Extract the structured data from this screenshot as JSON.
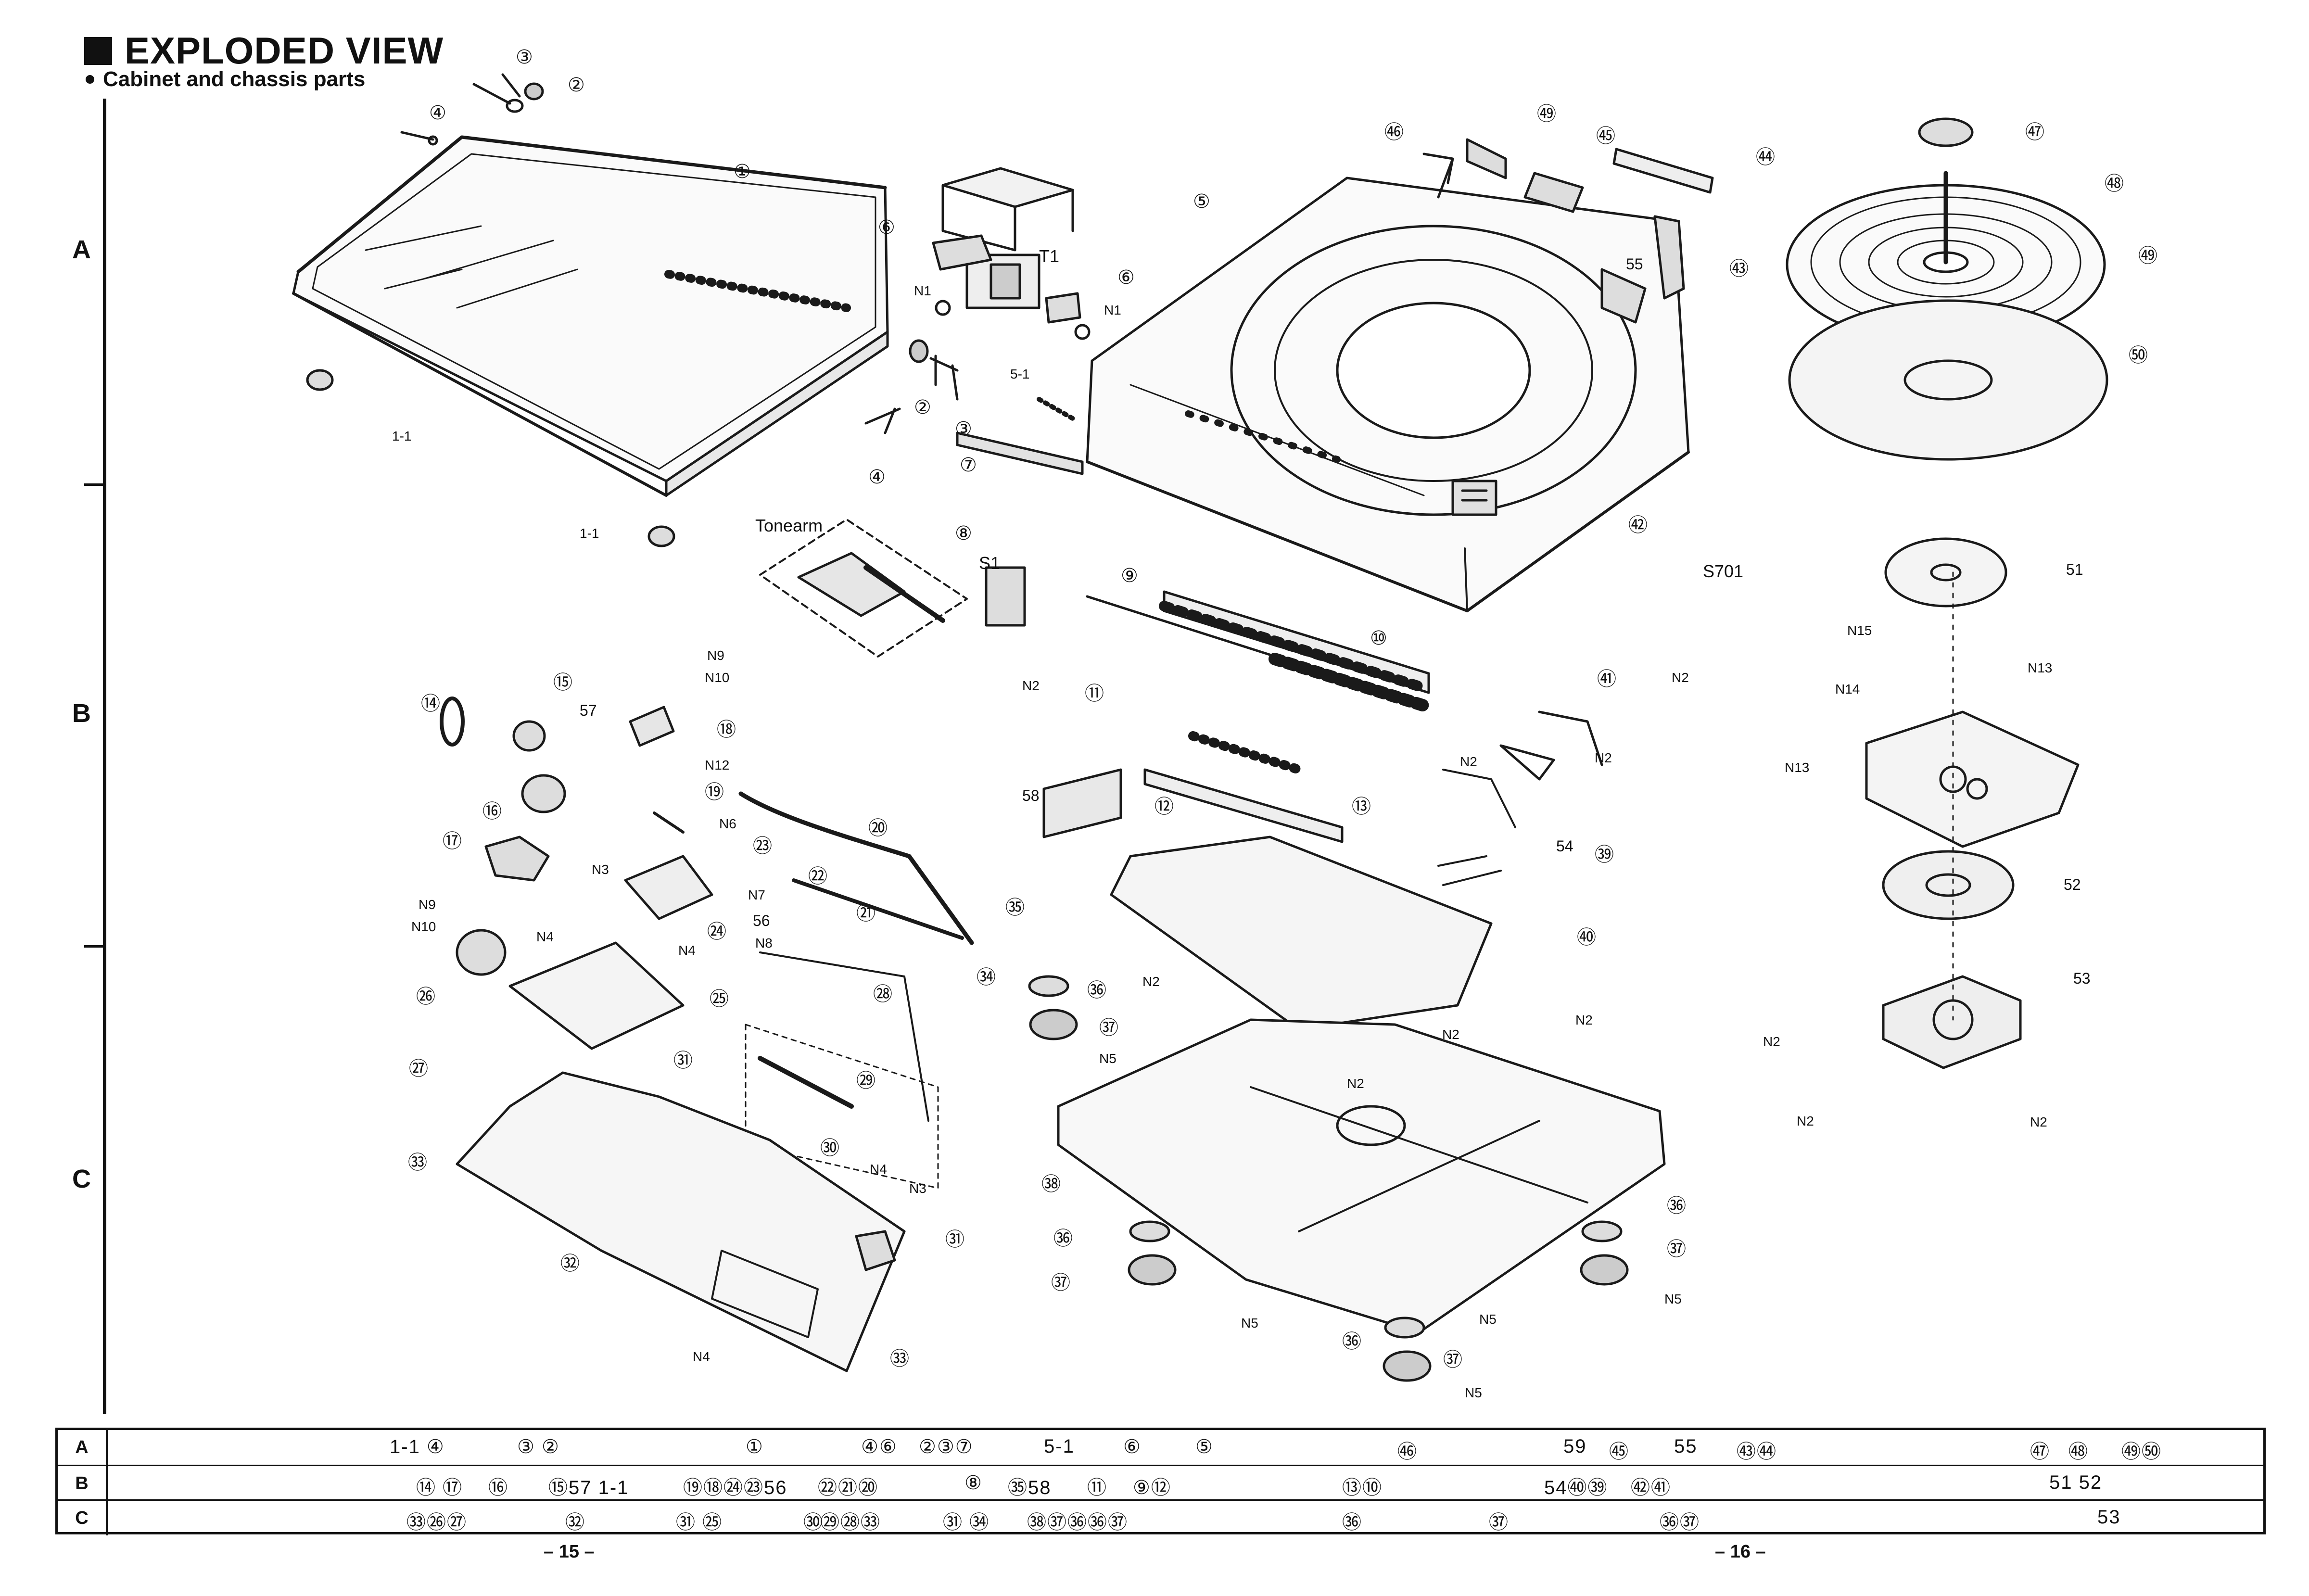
{
  "title": "EXPLODED VIEW",
  "subtitle": "Cabinet and chassis parts",
  "zones": [
    "A",
    "B",
    "C"
  ],
  "diagram": {
    "labels": {
      "t1": "T1",
      "tonearm": "Tonearm",
      "s1": "S1",
      "s701": "S701"
    },
    "callouts": [
      {
        "id": "c3a",
        "text": "③"
      },
      {
        "id": "c2a",
        "text": "②"
      },
      {
        "id": "c4a",
        "text": "④"
      },
      {
        "id": "c1",
        "text": "①"
      },
      {
        "id": "c11a",
        "text": "1-1"
      },
      {
        "id": "c2b",
        "text": "②"
      },
      {
        "id": "c3b",
        "text": "③"
      },
      {
        "id": "c4b",
        "text": "④"
      },
      {
        "id": "c11b",
        "text": "1-1"
      },
      {
        "id": "c6a",
        "text": "⑥"
      },
      {
        "id": "cn1a",
        "text": "N1"
      },
      {
        "id": "c6b",
        "text": "⑥"
      },
      {
        "id": "cn1b",
        "text": "N1"
      },
      {
        "id": "c51",
        "text": "5-1"
      },
      {
        "id": "c7",
        "text": "⑦"
      },
      {
        "id": "c5",
        "text": "⑤"
      },
      {
        "id": "c46",
        "text": "㊻"
      },
      {
        "id": "c59",
        "text": "㊾"
      },
      {
        "id": "c45",
        "text": "㊺"
      },
      {
        "id": "c44",
        "text": "㊹"
      },
      {
        "id": "c55",
        "text": "55"
      },
      {
        "id": "c43",
        "text": "㊸"
      },
      {
        "id": "c47",
        "text": "㊼"
      },
      {
        "id": "c48",
        "text": "㊽"
      },
      {
        "id": "c49",
        "text": "㊾"
      },
      {
        "id": "c50",
        "text": "㊿"
      },
      {
        "id": "c8",
        "text": "⑧"
      },
      {
        "id": "c9",
        "text": "⑨"
      },
      {
        "id": "c10",
        "text": "⑩"
      },
      {
        "id": "c11",
        "text": "⑪"
      },
      {
        "id": "cn2a",
        "text": "N2"
      },
      {
        "id": "c42",
        "text": "㊷"
      },
      {
        "id": "c41",
        "text": "㊶"
      },
      {
        "id": "cn2b",
        "text": "N2"
      },
      {
        "id": "cn2c",
        "text": "N2"
      },
      {
        "id": "c51b",
        "text": "51"
      },
      {
        "id": "cn15",
        "text": "N15"
      },
      {
        "id": "cn14",
        "text": "N14"
      },
      {
        "id": "cn13a",
        "text": "N13"
      },
      {
        "id": "cn13b",
        "text": "N13"
      },
      {
        "id": "cn9a",
        "text": "N9"
      },
      {
        "id": "cn10a",
        "text": "N10"
      },
      {
        "id": "c14",
        "text": "⑭"
      },
      {
        "id": "c15",
        "text": "⑮"
      },
      {
        "id": "c57",
        "text": "57"
      },
      {
        "id": "c18",
        "text": "⑱"
      },
      {
        "id": "cn12",
        "text": "N12"
      },
      {
        "id": "c16",
        "text": "⑯"
      },
      {
        "id": "c19",
        "text": "⑲"
      },
      {
        "id": "c17",
        "text": "⑰"
      },
      {
        "id": "cn6",
        "text": "N6"
      },
      {
        "id": "c23",
        "text": "㉓"
      },
      {
        "id": "c20",
        "text": "⑳"
      },
      {
        "id": "cn3a",
        "text": "N3"
      },
      {
        "id": "c22",
        "text": "㉒"
      },
      {
        "id": "cn7",
        "text": "N7"
      },
      {
        "id": "c56",
        "text": "56"
      },
      {
        "id": "c21",
        "text": "㉑"
      },
      {
        "id": "cn8",
        "text": "N8"
      },
      {
        "id": "c24",
        "text": "㉔"
      },
      {
        "id": "cn4a",
        "text": "N4"
      },
      {
        "id": "cn4b",
        "text": "N4"
      },
      {
        "id": "cn9b",
        "text": "N9"
      },
      {
        "id": "cn10b",
        "text": "N10"
      },
      {
        "id": "c26",
        "text": "㉖"
      },
      {
        "id": "c25",
        "text": "㉕"
      },
      {
        "id": "c28",
        "text": "㉘"
      },
      {
        "id": "c35",
        "text": "㉟"
      },
      {
        "id": "c34",
        "text": "㉞"
      },
      {
        "id": "c27",
        "text": "㉗"
      },
      {
        "id": "c31a",
        "text": "㉛"
      },
      {
        "id": "c29",
        "text": "㉙"
      },
      {
        "id": "c30",
        "text": "㉚"
      },
      {
        "id": "c33a",
        "text": "㉝"
      },
      {
        "id": "c32",
        "text": "㉜"
      },
      {
        "id": "cn4c",
        "text": "N4"
      },
      {
        "id": "cn3b",
        "text": "N3"
      },
      {
        "id": "c31b",
        "text": "㉛"
      },
      {
        "id": "cn4d",
        "text": "N4"
      },
      {
        "id": "c33b",
        "text": "㉝"
      },
      {
        "id": "c58",
        "text": "58"
      },
      {
        "id": "c12",
        "text": "⑫"
      },
      {
        "id": "c13",
        "text": "⑬"
      },
      {
        "id": "cn2d",
        "text": "N2"
      },
      {
        "id": "c54",
        "text": "54"
      },
      {
        "id": "c39",
        "text": "㊴"
      },
      {
        "id": "c40",
        "text": "㊵"
      },
      {
        "id": "c36a",
        "text": "㊱"
      },
      {
        "id": "cn2e",
        "text": "N2"
      },
      {
        "id": "c37a",
        "text": "㊲"
      },
      {
        "id": "cn5a",
        "text": "N5"
      },
      {
        "id": "cn2f",
        "text": "N2"
      },
      {
        "id": "cn2g",
        "text": "N2"
      },
      {
        "id": "cn2h",
        "text": "N2"
      },
      {
        "id": "c38",
        "text": "㊳"
      },
      {
        "id": "c36b",
        "text": "㊱"
      },
      {
        "id": "c37b",
        "text": "㊲"
      },
      {
        "id": "c36c",
        "text": "㊱"
      },
      {
        "id": "c37c",
        "text": "㊲"
      },
      {
        "id": "cn5b",
        "text": "N5"
      },
      {
        "id": "cn5c",
        "text": "N5"
      },
      {
        "id": "cn5d",
        "text": "N5"
      },
      {
        "id": "c36d",
        "text": "㊱"
      },
      {
        "id": "c37d",
        "text": "㊲"
      },
      {
        "id": "cn5e",
        "text": "N5"
      },
      {
        "id": "c52",
        "text": "52"
      },
      {
        "id": "c53",
        "text": "53"
      },
      {
        "id": "cn2i",
        "text": "N2"
      },
      {
        "id": "cn2j",
        "text": "N2"
      },
      {
        "id": "cn2k",
        "text": "N2"
      }
    ]
  },
  "index_table": {
    "rows": [
      {
        "zone": "A",
        "entries": [
          "1-1 ④",
          "③ ②",
          "①",
          "④⑥",
          "②③⑦",
          "5-1",
          "⑥",
          "⑤",
          "㊻",
          "59",
          "㊺",
          "55",
          "㊸㊹",
          "㊼",
          "㊽",
          "㊾㊿"
        ]
      },
      {
        "zone": "B",
        "entries": [
          "⑭ ⑰",
          "⑯",
          "⑮57 1-1",
          "⑲⑱㉔㉓56",
          "㉒㉑⑳",
          "⑧",
          "㉟58",
          "⑪",
          "⑨⑫",
          "⑬⑩",
          "54㊵㊴",
          "㊷㊶",
          "51 52"
        ]
      },
      {
        "zone": "C",
        "entries": [
          "㉝㉖㉗",
          "㉜",
          "㉛ ㉕",
          "㉚",
          "㉙㉘㉝",
          "㉛ ㉞",
          "㊳㊲㊱㊱㊲",
          "㊱",
          "㊲",
          "㊱㊲",
          "53"
        ]
      }
    ]
  },
  "page_numbers": {
    "left": "– 15 –",
    "right": "– 16 –"
  }
}
